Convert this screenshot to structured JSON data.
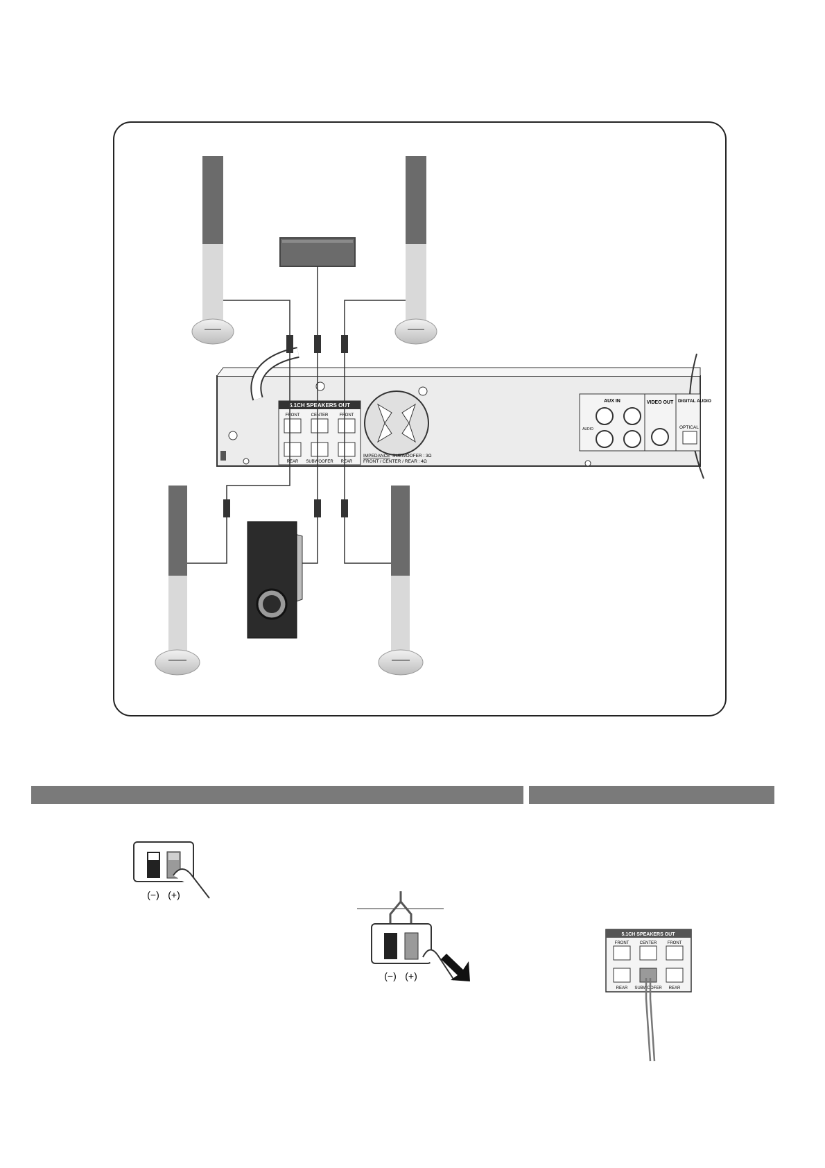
{
  "receiver": {
    "speakers_out_title": "5.1CH SPEAKERS OUT",
    "front_left": "FRONT",
    "center": "CENTER",
    "front_right": "FRONT",
    "rear_left": "REAR",
    "subwoofer": "SUBWOOFER",
    "rear_right": "REAR",
    "impedance_label": "IMPEDANCE",
    "impedance_sub": "SUBWOOFER : 3Ω",
    "impedance_rest": "FRONT / CENTER / REAR : 4Ω",
    "aux_in": "AUX IN",
    "audio": "AUDIO",
    "video_out": "VIDEO OUT",
    "digital_audio": "DIGITAL AUDIO",
    "optical": "OPTICAL"
  },
  "terminal_steps": {
    "minus": "(−)",
    "plus": "(+)"
  },
  "connector_detail": {
    "title": "5.1CH SPEAKERS OUT",
    "front_left": "FRONT",
    "center": "CENTER",
    "front_right": "FRONT",
    "rear_left": "REAR",
    "subwoofer": "SUBWOOFER",
    "rear_right": "REAR"
  },
  "colors": {
    "speaker_dark": "#6b6b6b",
    "speaker_light": "#d9d9d9",
    "section_bar": "#7a7a7a",
    "subwoofer": "#2b2b2b"
  }
}
